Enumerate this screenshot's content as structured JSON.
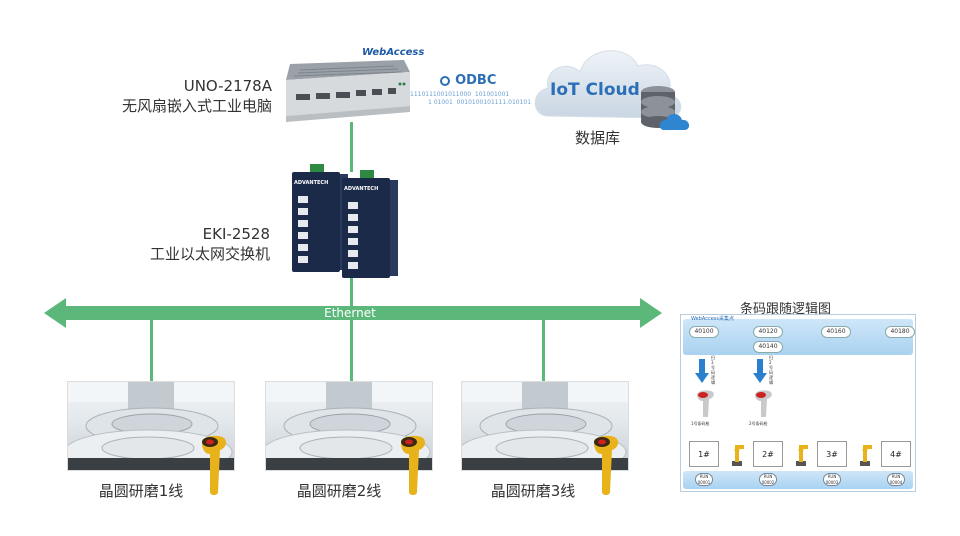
{
  "computer": {
    "model": "UNO-2178A",
    "desc": "无风扇嵌入式工业电脑",
    "software_logo": "WebAccess"
  },
  "cloud": {
    "protocol": "ODBC",
    "title": "IoT Cloud",
    "db_label": "数据库",
    "binary_line1": "1110111001011000  101001001",
    "binary_line2": "1 01001  0010100101111.010101"
  },
  "switch": {
    "model": "EKI-2528",
    "desc": "工业以太网交换机",
    "brand": "ADVANTECH"
  },
  "network": {
    "label": "Ethernet"
  },
  "lines": [
    {
      "label": "晶圆研磨1线"
    },
    {
      "label": "晶圆研磨2线"
    },
    {
      "label": "晶圆研磨3线"
    }
  ],
  "logic_diagram": {
    "title": "条码跟随逻辑图",
    "header": "WebAccess采集点",
    "registers": [
      "40100",
      "40120",
      "40160",
      "40180",
      "40140"
    ],
    "scan_notes": [
      "扫\n3\n号\n码\n逻\n辑",
      "扫\n2\n号\n码\n逻\n辑"
    ],
    "scanner_labels": [
      "1号条码枪",
      "2号条码枪"
    ],
    "stations": [
      "1#",
      "2#",
      "3#",
      "4#"
    ],
    "run_labels": [
      "RUN\n00001",
      "RUN\n00002",
      "RUN\n00003",
      "RUN\n00004"
    ]
  },
  "colors": {
    "network_green": "#5cb87a",
    "cloud_blue": "#2b6fb6",
    "scanner_yellow": "#e8b21b",
    "switch_navy": "#1c2a4a"
  }
}
